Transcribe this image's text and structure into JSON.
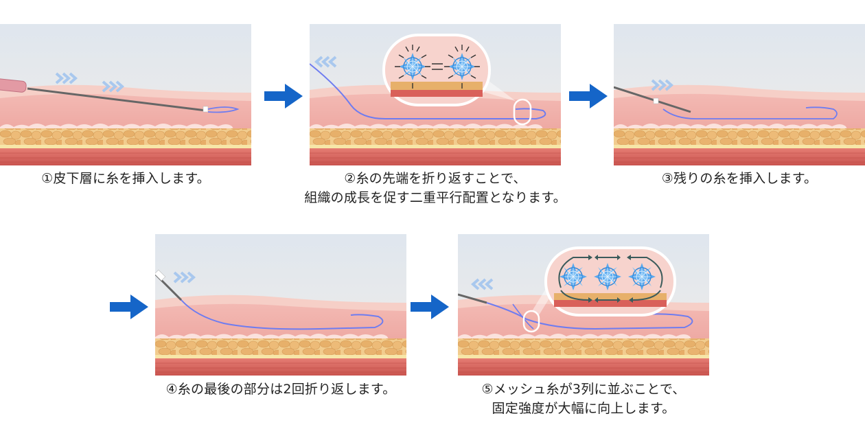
{
  "steps": [
    {
      "caption_line1": "①皮下層に糸を挿入します。",
      "caption_line2": ""
    },
    {
      "caption_line1": "②糸の先端を折り返すことで、",
      "caption_line2": "組織の成長を促す二重平行配置となります。"
    },
    {
      "caption_line1": "③残りの糸を挿入します。",
      "caption_line2": ""
    },
    {
      "caption_line1": "④糸の最後の部分は2回折り返します。",
      "caption_line2": ""
    },
    {
      "caption_line1": "⑤メッシュ糸が3列に並ぶことで、",
      "caption_line2": "固定強度が大幅に向上します。"
    }
  ],
  "colors": {
    "arrow": "#1565c8",
    "thread": "#6e7cf0",
    "skin_top": "#f6c9c2",
    "dermis": "#eea8a4",
    "fat": "#e8b271",
    "muscle": "#d9605a",
    "sky": "#e4eaf0",
    "chevron": "#a9c8ee",
    "mesh": "#59a8ee"
  },
  "icons": [
    "chevron-right-icon",
    "chevron-left-icon",
    "needle-icon",
    "mesh-node-icon",
    "flow-arrow-icon"
  ]
}
